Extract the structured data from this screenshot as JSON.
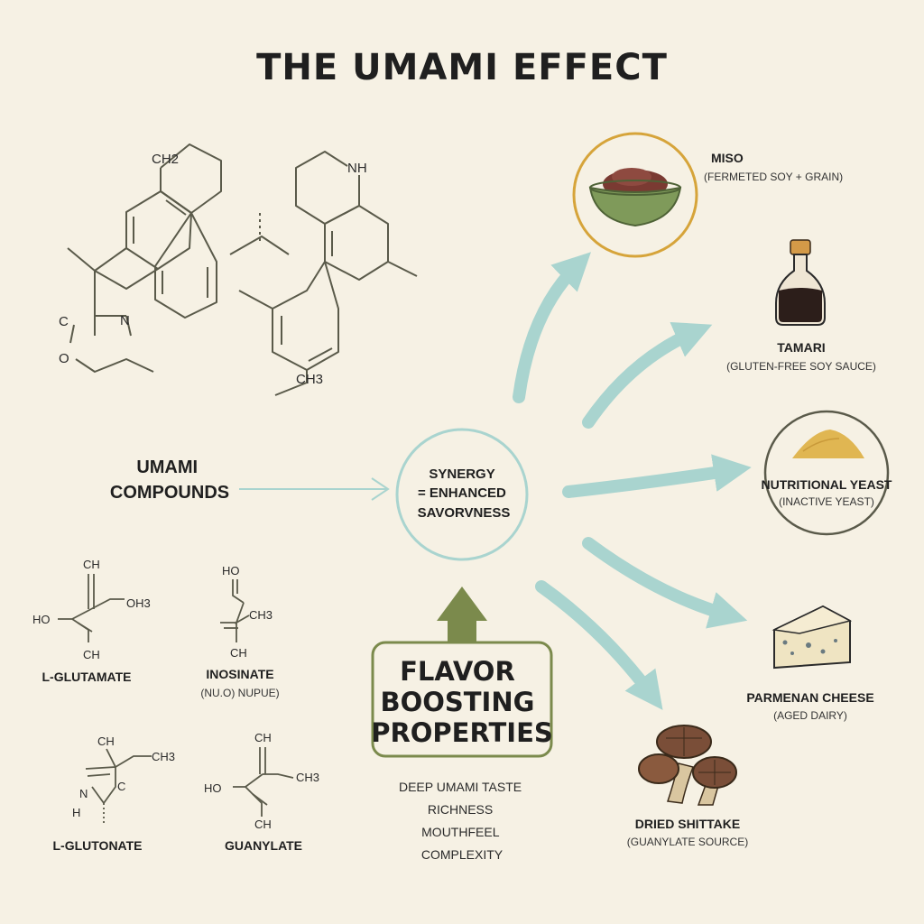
{
  "title": "THE UMAMI EFFECT",
  "umami_compounds_label": [
    "UMAMI",
    "COMPOUNDS"
  ],
  "synergy_label": [
    "SYNERGY",
    "= ENHANCED",
    "SAVORVNESS"
  ],
  "flavor_box": [
    "FLAVOR",
    "BOOSTING",
    "PROPERTIES"
  ],
  "properties_list": [
    "DEEP UMAMI TASTE",
    "RICHNESS",
    "MOUTHFEEL",
    "COMPLEXITY"
  ],
  "compounds": [
    {
      "name": "L-GLUTAMATE",
      "subtitle": ""
    },
    {
      "name": "INOSINATE",
      "subtitle": "(NU.O) NUPUE)"
    },
    {
      "name": "L-GLUTONATE",
      "subtitle": ""
    },
    {
      "name": "GUANYLATE",
      "subtitle": ""
    }
  ],
  "chem_labels": {
    "top_left": [
      "CH2",
      "C",
      "O",
      "N"
    ],
    "top_right": [
      "NH",
      "CH3"
    ],
    "glutamate": [
      "CH",
      "OH3",
      "HO",
      "CH"
    ],
    "inosinate": [
      "HO",
      "CH3",
      "CH"
    ],
    "glutonate": [
      "CH",
      "CH3",
      "N",
      "H",
      "C"
    ],
    "guanylate": [
      "CH",
      "CH3",
      "HO",
      "CH"
    ]
  },
  "sources": [
    {
      "name": "MISO",
      "desc": "(FERMETED SOY + GRAIN)",
      "icon": "miso-bowl-icon"
    },
    {
      "name": "TAMARI",
      "desc": "(GLUTEN-FREE SOY SAUCE)",
      "icon": "soy-bottle-icon"
    },
    {
      "name": "NUTRITIONAL YEAST",
      "desc": "(INACTIVE YEAST)",
      "icon": "yeast-pile-icon"
    },
    {
      "name": "PARMENAN CHEESE",
      "desc": "(AGED DAIRY)",
      "icon": "cheese-wedge-icon"
    },
    {
      "name": "DRIED SHITTAKE",
      "desc": "(GUANYLATE SOURCE)",
      "icon": "mushroom-icon"
    }
  ],
  "colors": {
    "background": "#f6f1e4",
    "arrow_teal": "#a9d4cf",
    "arrow_green": "#7b8a4c",
    "ring_gold": "#d6a43a",
    "ink": "#1f1f1f"
  }
}
